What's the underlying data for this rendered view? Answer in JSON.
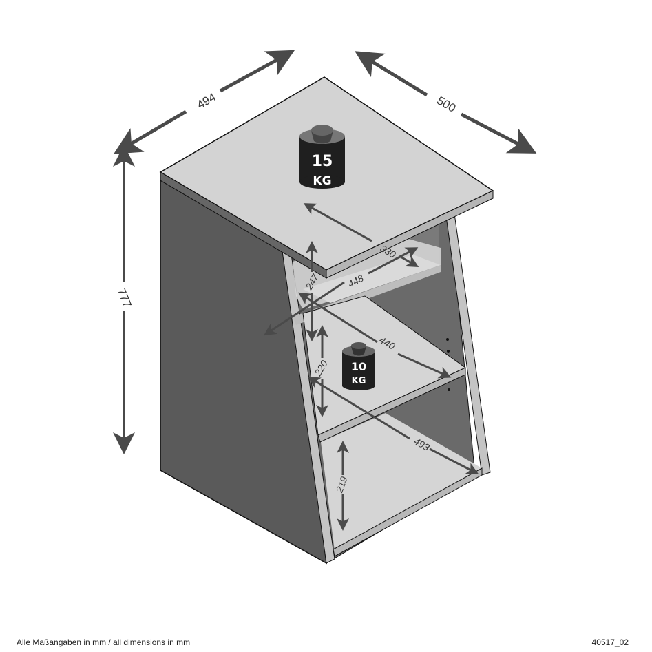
{
  "diagram": {
    "subject": "bedside table / nightstand with two shelves and top compartment",
    "colors": {
      "outer_panel": "#5a5a5a",
      "light_surface": "#d3d3d3",
      "edge": "#b8b8b8",
      "inner_back": "#6e6e6e",
      "arrow": "#4a4a4a",
      "weight_body": "#1f1f1f",
      "weight_knob": "#777777"
    },
    "outer_dimensions": {
      "width": "494",
      "depth": "500",
      "height": "777"
    },
    "inner_dimensions": {
      "top_compartment_depth": "330",
      "top_compartment_width": "448",
      "top_compartment_height": "247",
      "middle_shelf_width": "440",
      "middle_shelf_height": "220",
      "bottom_shelf_width": "493",
      "bottom_shelf_height": "219"
    },
    "load_labels": {
      "top": {
        "value": "15",
        "unit": "KG"
      },
      "shelf": {
        "value": "10",
        "unit": "KG"
      }
    }
  },
  "footer": {
    "note": "Alle Maßangaben in mm / all dimensions in mm",
    "code": "40517_02"
  }
}
